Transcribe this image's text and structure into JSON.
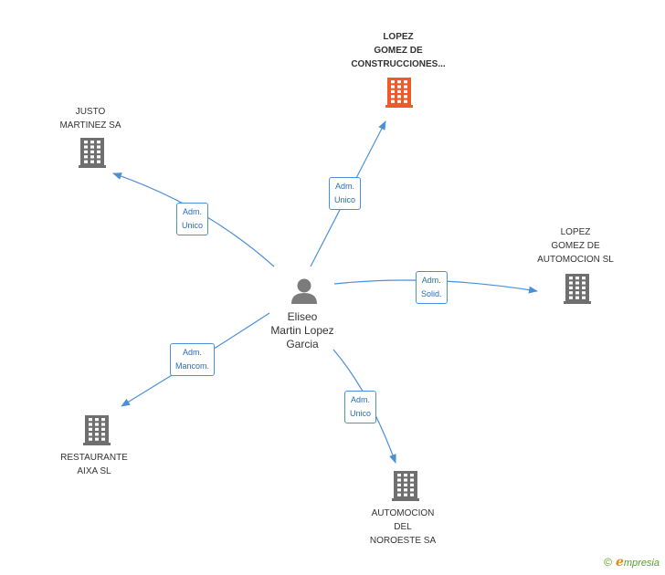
{
  "colors": {
    "edge": "#4a90d9",
    "building": "#6f6f6f",
    "building_highlight": "#f05a28",
    "person": "#7b7b7b"
  },
  "person": {
    "icon": "person-icon",
    "lines": [
      "Eliseo",
      "Martin Lopez",
      "Garcia"
    ]
  },
  "companies": [
    {
      "id": "lopez-gomez-construcciones",
      "lines": [
        "LOPEZ",
        "GOMEZ DE",
        "CONSTRUCCIONES..."
      ],
      "highlight": true,
      "icon": "building-icon"
    },
    {
      "id": "justo-martinez",
      "lines": [
        "JUSTO",
        "MARTINEZ SA"
      ],
      "highlight": false,
      "icon": "building-icon"
    },
    {
      "id": "lopez-gomez-automocion",
      "lines": [
        "LOPEZ",
        "GOMEZ DE",
        "AUTOMOCION SL"
      ],
      "highlight": false,
      "icon": "building-icon"
    },
    {
      "id": "restaurante-aixa",
      "lines": [
        "RESTAURANTE",
        "AIXA SL"
      ],
      "highlight": false,
      "icon": "building-icon"
    },
    {
      "id": "automocion-noroeste",
      "lines": [
        "AUTOMOCION",
        "DEL",
        "NOROESTE SA"
      ],
      "highlight": false,
      "icon": "building-icon"
    }
  ],
  "relations": [
    {
      "to": "lopez-gomez-construcciones",
      "role": [
        "Adm.",
        "Unico"
      ]
    },
    {
      "to": "justo-martinez",
      "role": [
        "Adm.",
        "Unico"
      ]
    },
    {
      "to": "lopez-gomez-automocion",
      "role": [
        "Adm.",
        "Solid."
      ]
    },
    {
      "to": "restaurante-aixa",
      "role": [
        "Adm.",
        "Mancom."
      ]
    },
    {
      "to": "automocion-noroeste",
      "role": [
        "Adm.",
        "Unico"
      ]
    }
  ],
  "brand": {
    "copyright": "©",
    "logo_letter": "e",
    "logo_text": "mpresia"
  }
}
